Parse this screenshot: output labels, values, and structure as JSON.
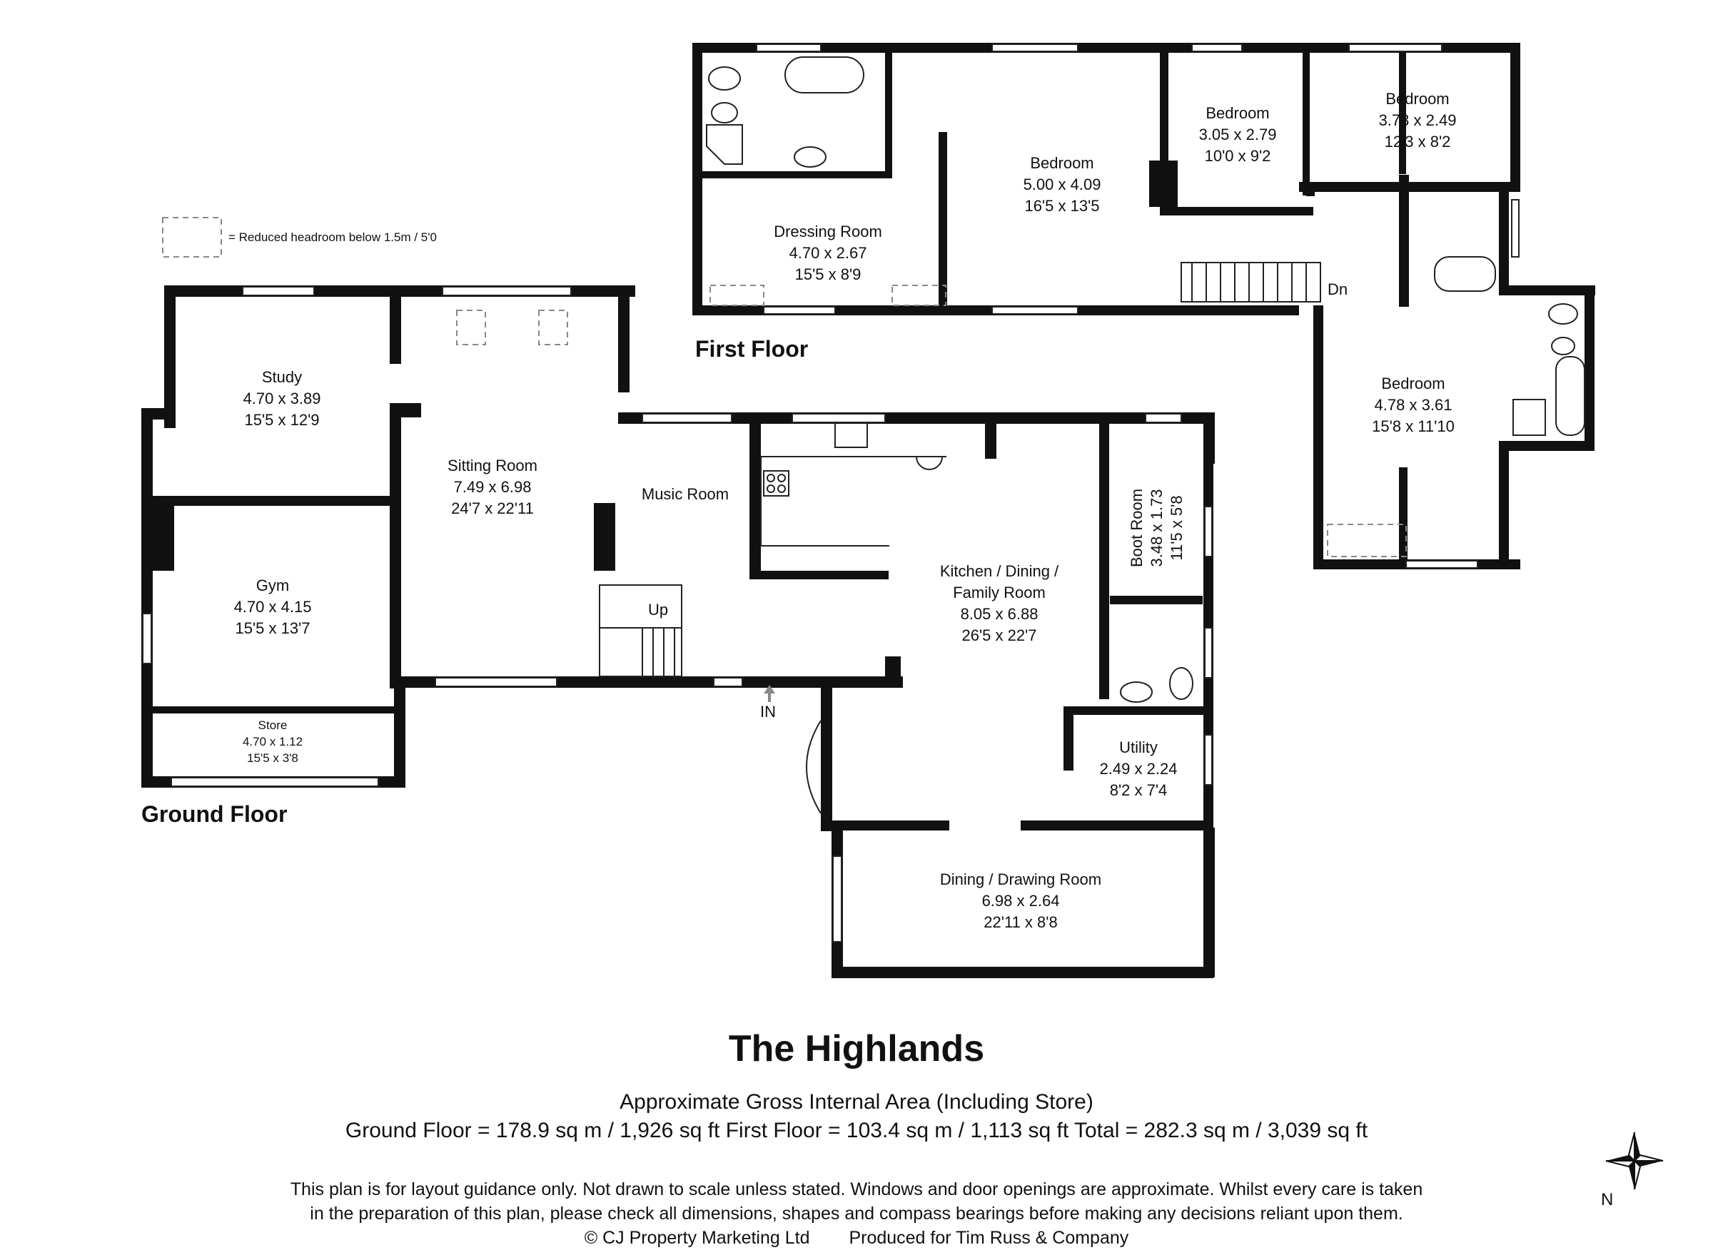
{
  "legend": {
    "text": "= Reduced headroom below 1.5m / 5'0"
  },
  "floors": {
    "first": "First Floor",
    "ground": "Ground Floor"
  },
  "rooms": {
    "bedroom_main": [
      "Bedroom",
      "5.00 x 4.09",
      "16'5 x 13'5"
    ],
    "bedroom_2": [
      "Bedroom",
      "3.05 x 2.79",
      "10'0 x 9'2"
    ],
    "bedroom_3": [
      "Bedroom",
      "3.73 x 2.49",
      "12'3 x 8'2"
    ],
    "bedroom_4": [
      "Bedroom",
      "4.78 x 3.61",
      "15'8 x 11'10"
    ],
    "dressing": [
      "Dressing Room",
      "4.70 x 2.67",
      "15'5 x 8'9"
    ],
    "study": [
      "Study",
      "4.70 x 3.89",
      "15'5 x 12'9"
    ],
    "sitting": [
      "Sitting Room",
      "7.49 x 6.98",
      "24'7 x 22'11"
    ],
    "music": [
      "Music Room"
    ],
    "gym": [
      "Gym",
      "4.70 x 4.15",
      "15'5 x 13'7"
    ],
    "store": [
      "Store",
      "4.70 x 1.12",
      "15'5 x 3'8"
    ],
    "kitchen": [
      "Kitchen / Dining /",
      "Family Room",
      "8.05 x 6.88",
      "26'5 x 22'7"
    ],
    "boot": [
      "Boot Room",
      "3.48 x 1.73",
      "11'5 x 5'8"
    ],
    "utility": [
      "Utility",
      "2.49 x 2.24",
      "8'2 x 7'4"
    ],
    "dining_drawing": [
      "Dining / Drawing Room",
      "6.98 x 2.64",
      "22'11 x 8'8"
    ]
  },
  "marks": {
    "dn": "Dn",
    "up": "Up",
    "in": "IN",
    "north": "N"
  },
  "footer": {
    "title": "The Highlands",
    "area_heading": "Approximate Gross Internal Area (Including Store)",
    "area_line": "Ground Floor = 178.9 sq m / 1,926 sq ft First Floor = 103.4 sq m / 1,113 sq ft Total = 282.3 sq m / 3,039 sq ft",
    "disclaimer_1": "This plan is for layout guidance only. Not drawn to scale unless stated. Windows and door openings are approximate. Whilst every care is taken",
    "disclaimer_2": "in the preparation of this plan, please check all dimensions, shapes and compass bearings before making any decisions reliant upon them.",
    "copyright": "© CJ Property Marketing Ltd",
    "produced_for": "Produced for Tim Russ & Company"
  }
}
